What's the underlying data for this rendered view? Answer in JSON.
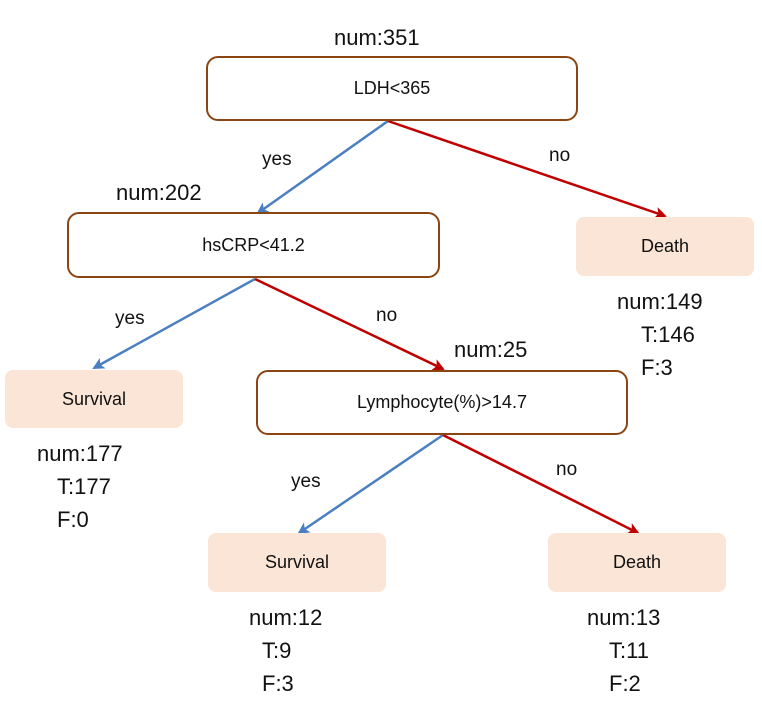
{
  "colors": {
    "yes_edge": "#4a7fc1",
    "no_edge": "#c00000",
    "decision_border": "#8b4513",
    "leaf_fill": "#fbe5d6"
  },
  "root": {
    "num": "num:351",
    "text": "LDH<365"
  },
  "node_crp": {
    "num": "num:202",
    "text": "hsCRP<41.2"
  },
  "node_lymph": {
    "num": "num:25",
    "text": "Lymphocyte(%)>14.7"
  },
  "leaf_death_1": {
    "text": "Death",
    "num": "num:149",
    "t": "T:146",
    "f": "F:3"
  },
  "leaf_survival_1": {
    "text": "Survival",
    "num": "num:177",
    "t": "T:177",
    "f": "F:0"
  },
  "leaf_survival_2": {
    "text": "Survival",
    "num": "num:12",
    "t": "T:9",
    "f": "F:3"
  },
  "leaf_death_2": {
    "text": "Death",
    "num": "num:13",
    "t": "T:11",
    "f": "F:2"
  },
  "edges": {
    "yes": "yes",
    "no": "no"
  }
}
